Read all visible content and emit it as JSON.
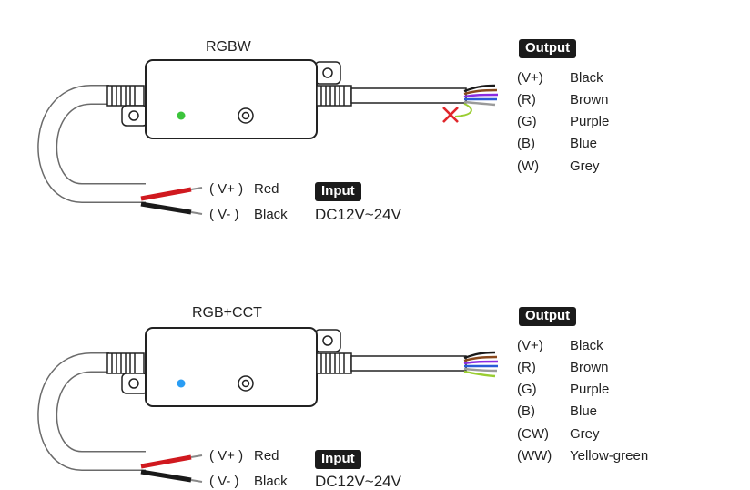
{
  "diagrams": [
    {
      "title": "RGBW",
      "led_color": "#3cc43c",
      "cut_extra_wire": true,
      "input": {
        "badge": "Input",
        "pos_code": "( V+ )",
        "pos_color": "Red",
        "neg_code": "( V- )",
        "neg_color": "Black",
        "voltage": "DC12V~24V"
      },
      "output": {
        "badge": "Output",
        "rows": [
          {
            "code": "(V+)",
            "color": "Black"
          },
          {
            "code": "(R)",
            "color": "Brown"
          },
          {
            "code": "(G)",
            "color": "Purple"
          },
          {
            "code": "(B)",
            "color": "Blue"
          },
          {
            "code": "(W)",
            "color": "Grey"
          }
        ]
      }
    },
    {
      "title": "RGB+CCT",
      "led_color": "#2a9df4",
      "cut_extra_wire": false,
      "input": {
        "badge": "Input",
        "pos_code": "( V+ )",
        "pos_color": "Red",
        "neg_code": "( V- )",
        "neg_color": "Black",
        "voltage": "DC12V~24V"
      },
      "output": {
        "badge": "Output",
        "rows": [
          {
            "code": "(V+)",
            "color": "Black"
          },
          {
            "code": "(R)",
            "color": "Brown"
          },
          {
            "code": "(G)",
            "color": "Purple"
          },
          {
            "code": "(B)",
            "color": "Blue"
          },
          {
            "code": "(CW)",
            "color": "Grey"
          },
          {
            "code": "(WW)",
            "color": "Yellow-green"
          }
        ]
      }
    }
  ],
  "wire_colors": {
    "black": "#1a1a1a",
    "brown": "#8b4a1e",
    "purple": "#8a2be2",
    "blue": "#2a5bd7",
    "grey": "#9a9a9a",
    "yellow_green": "#9acd32",
    "red": "#d0191f",
    "cut_mark": "#e0262b"
  }
}
